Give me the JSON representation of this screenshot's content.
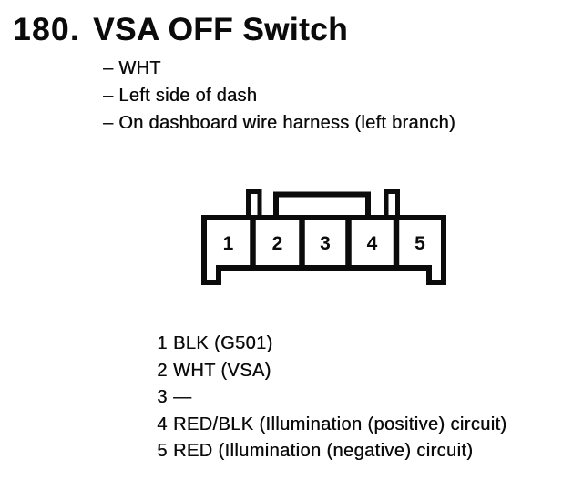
{
  "colors": {
    "background": "#ffffff",
    "ink": "#0b0b0b"
  },
  "header": {
    "item_number": "180.",
    "title": "VSA OFF Switch"
  },
  "details": {
    "items": [
      "– WHT",
      "– Left side of dash",
      "– On dashboard wire harness (left branch)"
    ]
  },
  "connector": {
    "description": "5-cavity connector, front view, two small locking tabs and one wide center tab on top",
    "cavities": [
      "1",
      "2",
      "3",
      "4",
      "5"
    ]
  },
  "pin_table": {
    "rows": [
      {
        "pin": "1",
        "desc": "BLK (G501)"
      },
      {
        "pin": "2",
        "desc": "WHT (VSA)"
      },
      {
        "pin": "3",
        "desc": "—"
      },
      {
        "pin": "4",
        "desc": "RED/BLK (Illumination (positive) circuit)"
      },
      {
        "pin": "5",
        "desc": "RED (Illumination (negative) circuit)"
      }
    ]
  }
}
